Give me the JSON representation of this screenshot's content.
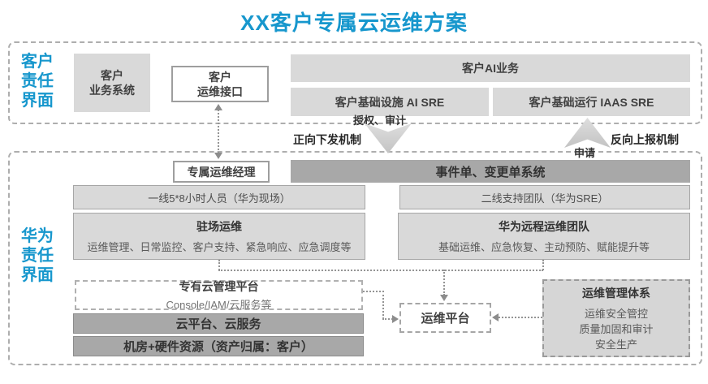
{
  "title": "XX客户专属云运维方案",
  "colors": {
    "accent_blue": "#1797cd",
    "light_gray_fill": "#d9d9d9",
    "medium_gray_fill": "#a8a8a8",
    "dashed_border": "#aeaeae"
  },
  "customer_section": {
    "label": "客户\n责任\n界面",
    "business_system": "客户\n业务系统",
    "ops_interface": "客户\n运维接口",
    "ai_business": "客户AI业务",
    "ai_sre": "客户基础设施 AI SRE",
    "iaas_sre": "客户基础运行 IAAS SRE"
  },
  "gap": {
    "auth_audit": "授权、审计",
    "forward_mechanism": "正向下发机制",
    "reverse_mechanism": "反向上报机制",
    "apply": "申请"
  },
  "huawei_section": {
    "label": "华为\n责任\n界面",
    "dedicated_manager": "专属运维经理",
    "ticket_system": "事件单、变更单系统",
    "frontline_team": "一线5*8小时人员（华为现场）",
    "secondline_team": "二线支持团队（华为SRE）",
    "onsite": {
      "title": "驻场运维",
      "desc": "运维管理、日常监控、客户支持、紧急响应、应急调度等"
    },
    "remote": {
      "title": "华为远程运维团队",
      "desc": "基础运维、应急恢复、主动预防、赋能提升等"
    },
    "cloud_mgmt": {
      "title": "专有云管理平台",
      "desc": "Console/IAM/云服务等"
    },
    "cloud_platform": "云平台、云服务",
    "datacenter": "机房+硬件资源（资产归属：客户）",
    "ops_platform": "运维平台",
    "ops_system": {
      "title": "运维管理体系",
      "lines": [
        "运维安全管控",
        "质量加固和审计",
        "安全生产"
      ]
    }
  }
}
